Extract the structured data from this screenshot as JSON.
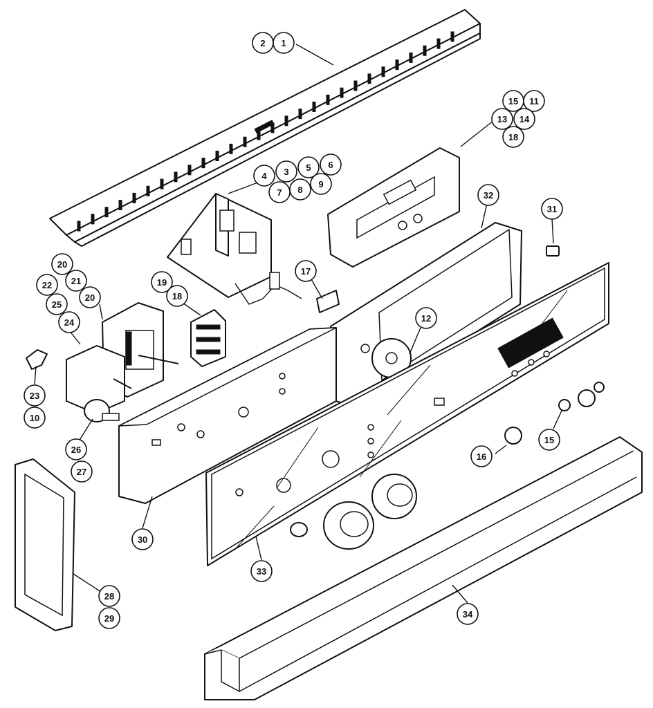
{
  "callouts": [
    {
      "id": "c-2",
      "label": "2"
    },
    {
      "id": "c-1",
      "label": "1"
    },
    {
      "id": "c-15a",
      "label": "15"
    },
    {
      "id": "c-11",
      "label": "11"
    },
    {
      "id": "c-13",
      "label": "13"
    },
    {
      "id": "c-14",
      "label": "14"
    },
    {
      "id": "c-18a",
      "label": "18"
    },
    {
      "id": "c-4",
      "label": "4"
    },
    {
      "id": "c-3",
      "label": "3"
    },
    {
      "id": "c-5",
      "label": "5"
    },
    {
      "id": "c-6",
      "label": "6"
    },
    {
      "id": "c-7",
      "label": "7"
    },
    {
      "id": "c-8",
      "label": "8"
    },
    {
      "id": "c-9",
      "label": "9"
    },
    {
      "id": "c-32",
      "label": "32"
    },
    {
      "id": "c-31",
      "label": "31"
    },
    {
      "id": "c-20a",
      "label": "20"
    },
    {
      "id": "c-21",
      "label": "21"
    },
    {
      "id": "c-22",
      "label": "22"
    },
    {
      "id": "c-20b",
      "label": "20"
    },
    {
      "id": "c-25",
      "label": "25"
    },
    {
      "id": "c-24",
      "label": "24"
    },
    {
      "id": "c-19",
      "label": "19"
    },
    {
      "id": "c-18b",
      "label": "18"
    },
    {
      "id": "c-17",
      "label": "17"
    },
    {
      "id": "c-12",
      "label": "12"
    },
    {
      "id": "c-23",
      "label": "23"
    },
    {
      "id": "c-10",
      "label": "10"
    },
    {
      "id": "c-26",
      "label": "26"
    },
    {
      "id": "c-27",
      "label": "27"
    },
    {
      "id": "c-16",
      "label": "16"
    },
    {
      "id": "c-15b",
      "label": "15"
    },
    {
      "id": "c-30",
      "label": "30"
    },
    {
      "id": "c-33",
      "label": "33"
    },
    {
      "id": "c-28",
      "label": "28"
    },
    {
      "id": "c-29",
      "label": "29"
    },
    {
      "id": "c-34",
      "label": "34"
    }
  ]
}
